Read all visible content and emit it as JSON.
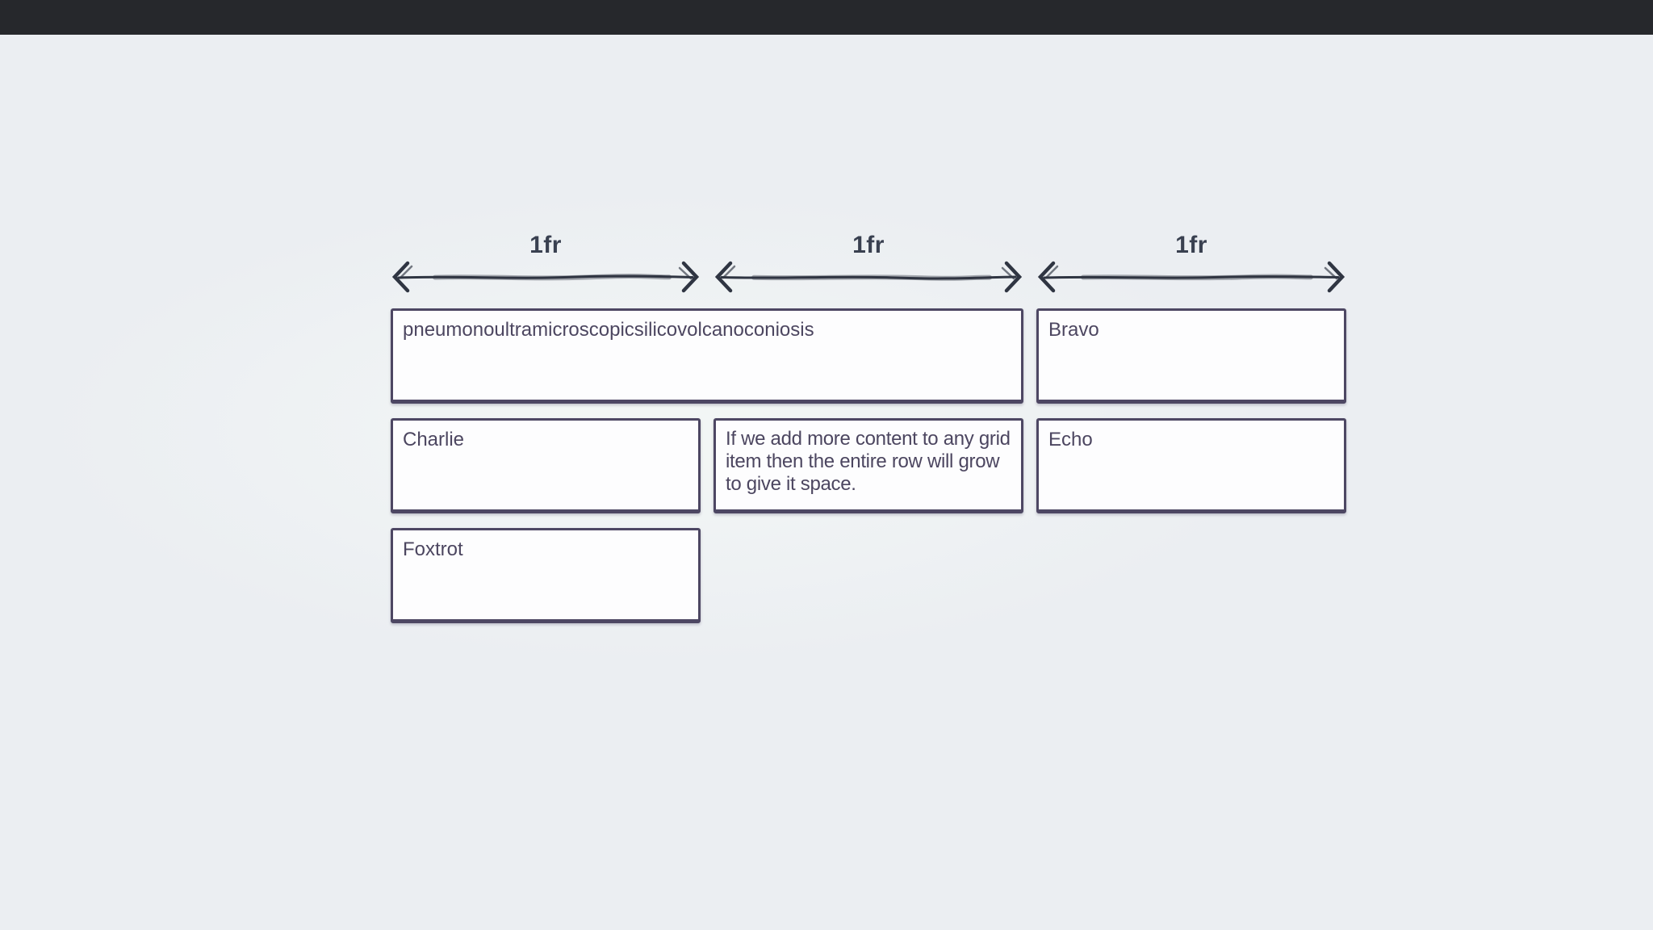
{
  "colors": {
    "topbar_background": "#26282c",
    "page_background": "#ebeef2",
    "item_background": "#fdfdfe",
    "item_border": "#4d4763",
    "item_text": "#4c4660",
    "track_label_text": "#394050",
    "arrow_stroke": "#2f3542"
  },
  "column_tracks": [
    {
      "label": "1fr"
    },
    {
      "label": "1fr"
    },
    {
      "label": "1fr"
    }
  ],
  "grid": {
    "items": [
      {
        "text": "pneumonoultramicroscopicsilicovolcanoconiosis",
        "column_span": 2
      },
      {
        "text": "Bravo",
        "column_span": 1
      },
      {
        "text": "Charlie",
        "column_span": 1
      },
      {
        "text": "If we add more content to any grid item then the entire row will grow to give it space.",
        "column_span": 1
      },
      {
        "text": "Echo",
        "column_span": 1
      },
      {
        "text": "Foxtrot",
        "column_span": 1
      }
    ]
  }
}
